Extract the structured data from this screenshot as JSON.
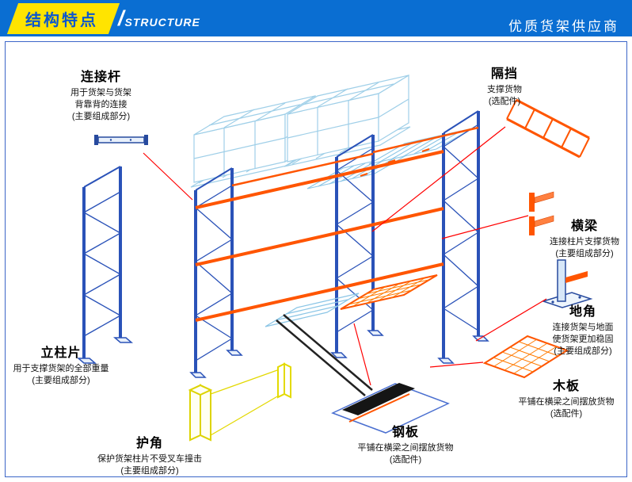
{
  "header": {
    "title_cn": "结构特点",
    "separator": "/",
    "title_en": "STRUCTURE",
    "supplier": "优质货架供应商"
  },
  "colors": {
    "header_bg": "#0a6ed2",
    "badge_yellow": "#ffe400",
    "title_blue": "#0a56d0",
    "rack_blue": "#2a52b8",
    "beam_orange": "#ff5500",
    "light_blue": "#9fcfe8",
    "mesh_orange": "#ff7a00",
    "connector_red": "#ff0000",
    "protector_yellow": "#e3d800",
    "border_blue": "#3c66c8"
  },
  "diagram": {
    "labels": [
      {
        "id": "connecting-rod",
        "icon": "connecting-rod-icon",
        "title": "连接杆",
        "desc": [
          "用于货架与货架",
          "背靠背的连接",
          "(主要组成部分)"
        ]
      },
      {
        "id": "divider",
        "icon": "divider-icon",
        "title": "隔挡",
        "desc": [
          "支撑货物",
          "(选配件)"
        ]
      },
      {
        "id": "beam",
        "icon": "beam-icon",
        "title": "横梁",
        "desc": [
          "连接柱片支撑货物",
          "(主要组成部分)"
        ]
      },
      {
        "id": "floor-foot",
        "icon": "floor-foot-icon",
        "title": "地角",
        "desc": [
          "连接货架与地面",
          "使货架更加稳固",
          "(主要组成部分)"
        ]
      },
      {
        "id": "wood-board",
        "icon": "wood-board-icon",
        "title": "木板",
        "desc": [
          "平铺在横梁之间摆放货物",
          "(选配件)"
        ]
      },
      {
        "id": "steel-plate",
        "icon": "steel-plate-icon",
        "title": "钢板",
        "desc": [
          "平铺在横梁之间摆放货物",
          "(选配件)"
        ]
      },
      {
        "id": "corner-protector",
        "icon": "corner-protector-icon",
        "title": "护角",
        "desc": [
          "保护货架柱片不受叉车撞击",
          "(主要组成部分)"
        ]
      },
      {
        "id": "upright-frame",
        "icon": "upright-frame-icon",
        "title": "立柱片",
        "desc": [
          "用于支撑货架的全部重量",
          "(主要组成部分)"
        ]
      }
    ]
  }
}
